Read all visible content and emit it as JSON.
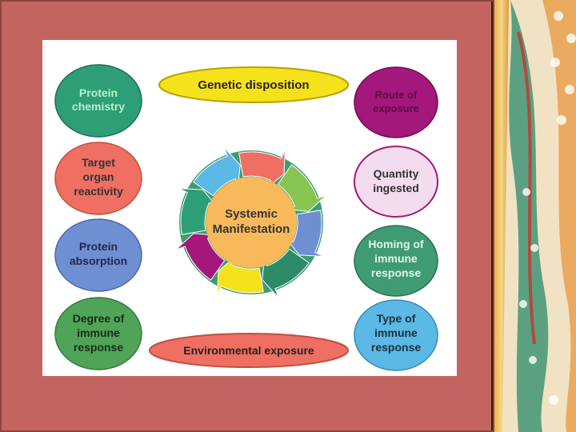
{
  "diagram": {
    "center": "Systemic Manifestation",
    "left_nodes": [
      {
        "label": "Protein chemistry",
        "fill": "#2e9e77"
      },
      {
        "label": "Target organ reactivity",
        "fill": "#ef6f62"
      },
      {
        "label": "Protein absorption",
        "fill": "#6f8fd3"
      },
      {
        "label": "Degree of immune response",
        "fill": "#4fa457"
      }
    ],
    "right_nodes": [
      {
        "label": "Route of exposure",
        "fill": "#a3187a"
      },
      {
        "label": "Quantity ingested",
        "fill": "#f3dcee"
      },
      {
        "label": "Homing of immune response",
        "fill": "#3f9b74"
      },
      {
        "label": "Type of immune response",
        "fill": "#5cb8e4"
      }
    ],
    "top_label": "Genetic disposition",
    "bottom_label": "Environmental exposure",
    "cycle_arrow_colors": [
      "#ef6f62",
      "#86c54f",
      "#6f8fd3",
      "#2e8b6a",
      "#f6e21b",
      "#a3187a",
      "#2e9e77",
      "#5cb8e4"
    ]
  },
  "colors": {
    "slide_bg": "#c46460",
    "top_ellipse": "#f6e21b",
    "bottom_ellipse": "#ef6f62",
    "center_circle": "#f8b95a",
    "ring": "#3f9b74"
  }
}
